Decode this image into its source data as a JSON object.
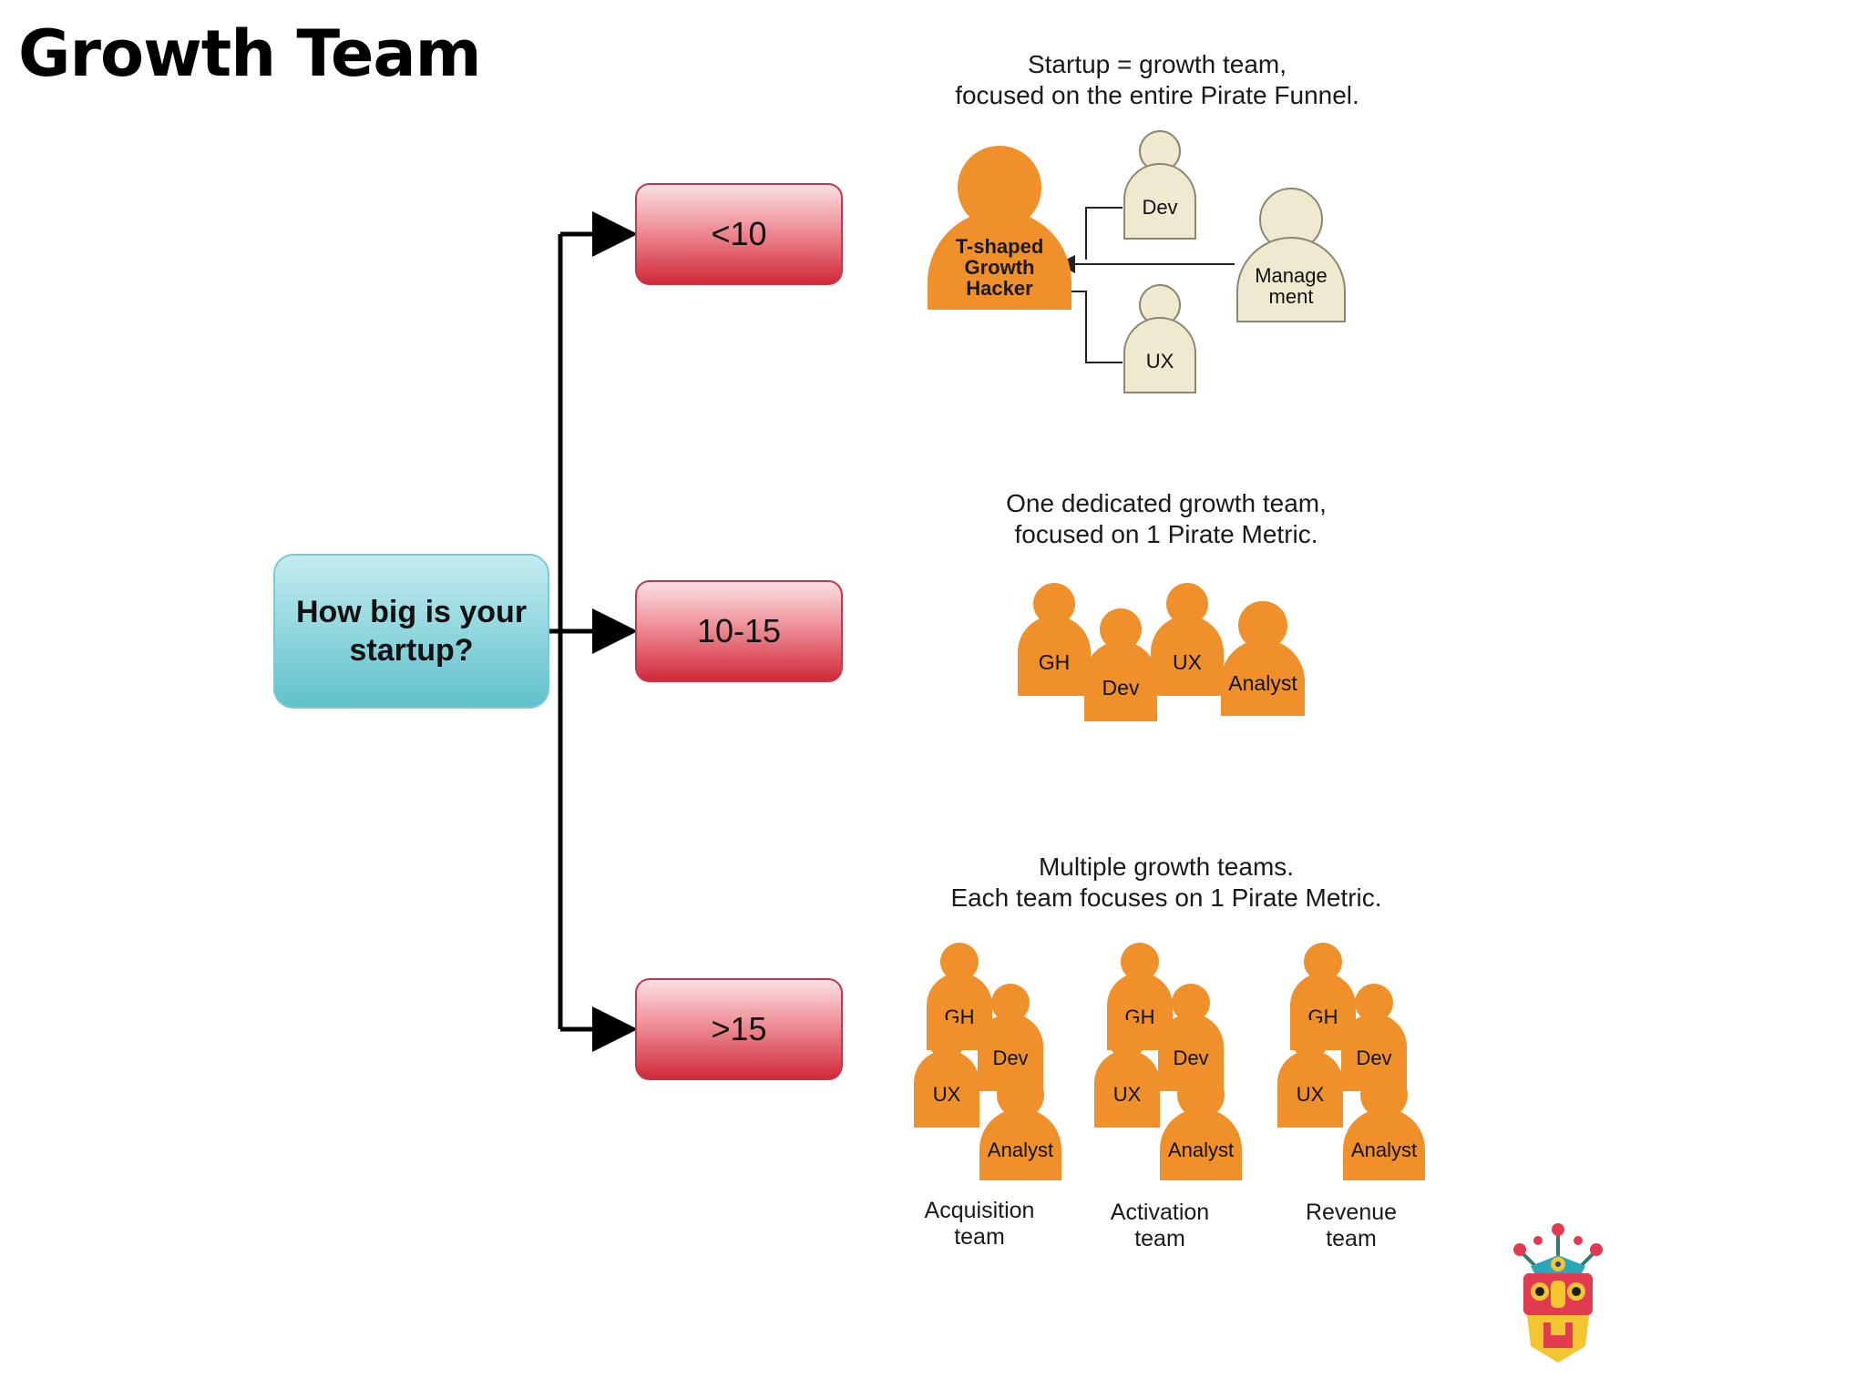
{
  "page": {
    "title": "Growth Team"
  },
  "question": {
    "line1": "How big is your",
    "line2": "startup?"
  },
  "sizes": {
    "small": "<10",
    "medium": "10-15",
    "large": ">15"
  },
  "scenario_small": {
    "caption_line1": "Startup = growth team,",
    "caption_line2": "focused on the entire Pirate Funnel.",
    "hacker_line1": "T-shaped",
    "hacker_line2": "Growth",
    "hacker_line3": "Hacker",
    "dev": "Dev",
    "ux": "UX",
    "management_line1": "Manage",
    "management_line2": "ment"
  },
  "scenario_medium": {
    "caption_line1": "One dedicated growth team,",
    "caption_line2": "focused on 1 Pirate Metric.",
    "members": {
      "gh": "GH",
      "dev": "Dev",
      "ux": "UX",
      "analyst": "Analyst"
    }
  },
  "scenario_large": {
    "caption_line1": "Multiple growth teams.",
    "caption_line2": "Each team focuses on 1 Pirate Metric.",
    "teams": [
      {
        "label_line1": "Acquisition",
        "label_line2": "team",
        "gh": "GH",
        "dev": "Dev",
        "ux": "UX",
        "analyst": "Analyst"
      },
      {
        "label_line1": "Activation",
        "label_line2": "team",
        "gh": "GH",
        "dev": "Dev",
        "ux": "UX",
        "analyst": "Analyst"
      },
      {
        "label_line1": "Revenue",
        "label_line2": "team",
        "gh": "GH",
        "dev": "Dev",
        "ux": "UX",
        "analyst": "Analyst"
      }
    ]
  },
  "colors": {
    "orange": "#f0902a",
    "orange_dark": "#d87418",
    "cream": "#efe9d0",
    "cyan": "#5fc1cb",
    "red": "#d12a3a"
  },
  "icons": {
    "brand_logo": "tribal-mask-logo-icon"
  }
}
